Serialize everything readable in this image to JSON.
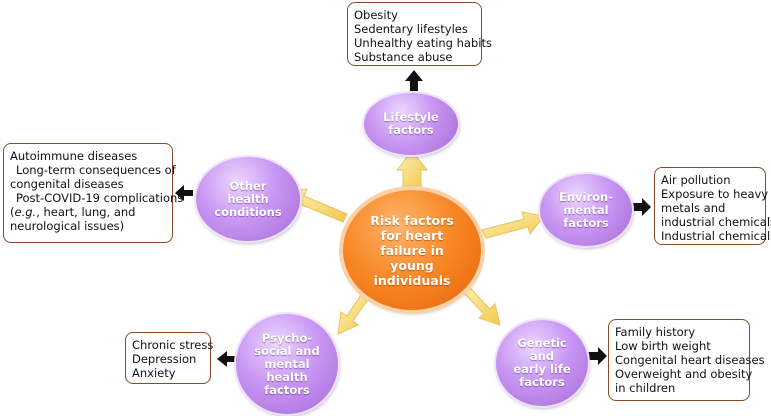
{
  "center": {
    "label": "Risk factors for heart failure in young individuals"
  },
  "categories": {
    "lifestyle": {
      "label": "Lifestyle factors",
      "items": [
        "Obesity",
        "Sedentary lifestyles",
        "Unhealthy eating habits",
        "Substance abuse"
      ]
    },
    "environmental": {
      "label": "Environ-mental factors",
      "items": [
        "Air pollution",
        "Exposure to heavy",
        "metals and",
        "industrial chemicals",
        "Industrial chemicals"
      ]
    },
    "genetic": {
      "label": "Genetic and early life factors",
      "items": [
        "Family history",
        "Low birth weight",
        "Congenital heart diseases",
        "Overweight and obesity",
        "in children"
      ]
    },
    "psychosocial": {
      "label": "Psycho-social and mental health factors",
      "items": [
        "Chronic stress",
        "Depression",
        "Anxiety"
      ]
    },
    "other": {
      "label": "Other health conditions",
      "items": [
        "Autoimmune diseases",
        "  Long-term consequences of",
        "congenital diseases",
        "  Post-COVID-19 complications",
        "(e.g., heart, lung, and",
        "neurological issues)"
      ]
    }
  },
  "colors": {
    "node_purple": "#c896f3",
    "center_orange": "#f78522",
    "arrow_yellow": "#f5d36a",
    "box_border": "#8a4a2a"
  }
}
